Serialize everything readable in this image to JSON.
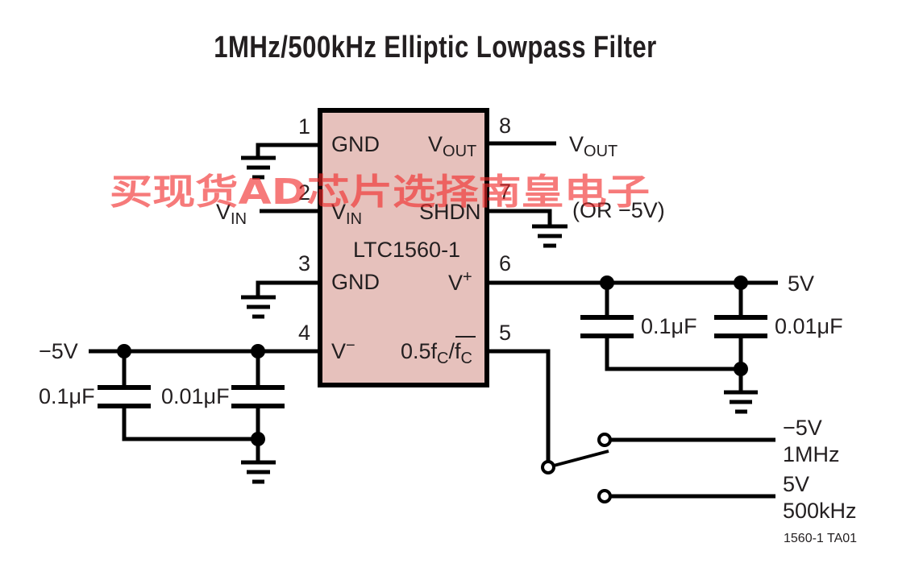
{
  "title": "1MHz/500kHz Elliptic Lowpass Filter",
  "chip": {
    "part_number": "LTC1560-1",
    "fill_color": "#e6c1bc",
    "pins": [
      {
        "number": "1",
        "name": "GND"
      },
      {
        "number": "2",
        "name_main": "V",
        "name_sub": "IN"
      },
      {
        "number": "3",
        "name": "GND"
      },
      {
        "number": "4",
        "name_main": "V",
        "name_sup": "−"
      },
      {
        "number": "5",
        "name_a": "0.5f",
        "name_a_sub": "C",
        "name_slash": "/",
        "name_b": "f",
        "name_b_sub": "C"
      },
      {
        "number": "6",
        "name_main": "V",
        "name_sup": "+"
      },
      {
        "number": "7",
        "name": "SHDN"
      },
      {
        "number": "8",
        "name_main": "V",
        "name_sub": "OUT"
      }
    ]
  },
  "nets": {
    "vin_main": "V",
    "vin_sub": "IN",
    "vout_main": "V",
    "vout_sub": "OUT",
    "shdn_note": "(OR −5V)",
    "neg_supply": "−5V",
    "pos_supply": "5V"
  },
  "capacitors": {
    "neg_large": "0.1μF",
    "neg_small": "0.01μF",
    "pos_large": "0.1μF",
    "pos_small": "0.01μF"
  },
  "switch": {
    "option_1_voltage": "−5V",
    "option_1_freq": "1MHz",
    "option_2_voltage": "5V",
    "option_2_freq": "500kHz"
  },
  "figure_id": "1560-1 TA01",
  "watermark": "买现货AD芯片选择南皇电子"
}
